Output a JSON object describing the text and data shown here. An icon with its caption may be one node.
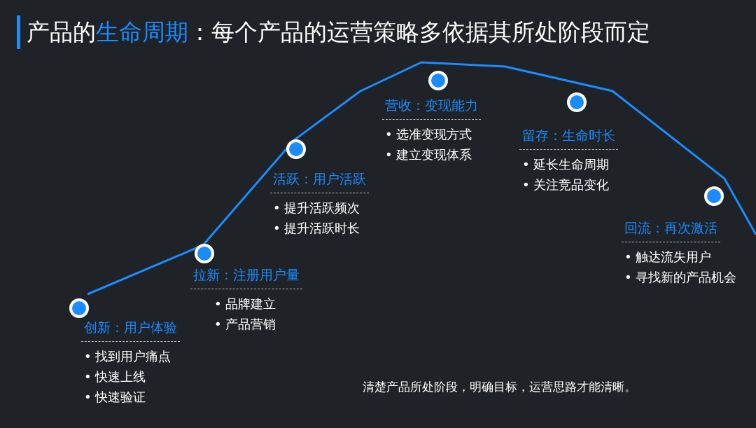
{
  "diagram": {
    "title": "产品的**生命周期**：每个产品的运营策略多依据其所处阶段而定",
    "caption": "清楚产品所处阶段，明确目标，运营思路才能清晰。",
    "nodes": [
      {
        "text": [
          "创新：用户体验",
          "• 找到用户痛点",
          "• 快速上线",
          "• 快速验证"
        ]
      },
      {
        "text": [
          "拉新：注册用户量",
          "• 品牌建立",
          "• 产品营销"
        ]
      },
      {
        "text": [
          "活跃：用户活跃",
          "• 提升活跃频次",
          "• 提升活跃时长"
        ]
      },
      {
        "text": [
          "营收：变现能力",
          "• 选准变现方式",
          "• 建立变现体系"
        ]
      },
      {
        "text": [
          "留存：生命时长",
          "• 延长生命周期",
          "• 关注竞品变化"
        ]
      },
      {
        "text": [
          "回流：再次激活",
          "• 触达流失用户",
          "• 寻找新的产品机会"
        ]
      }
    ],
    "edges": []
  }
}
